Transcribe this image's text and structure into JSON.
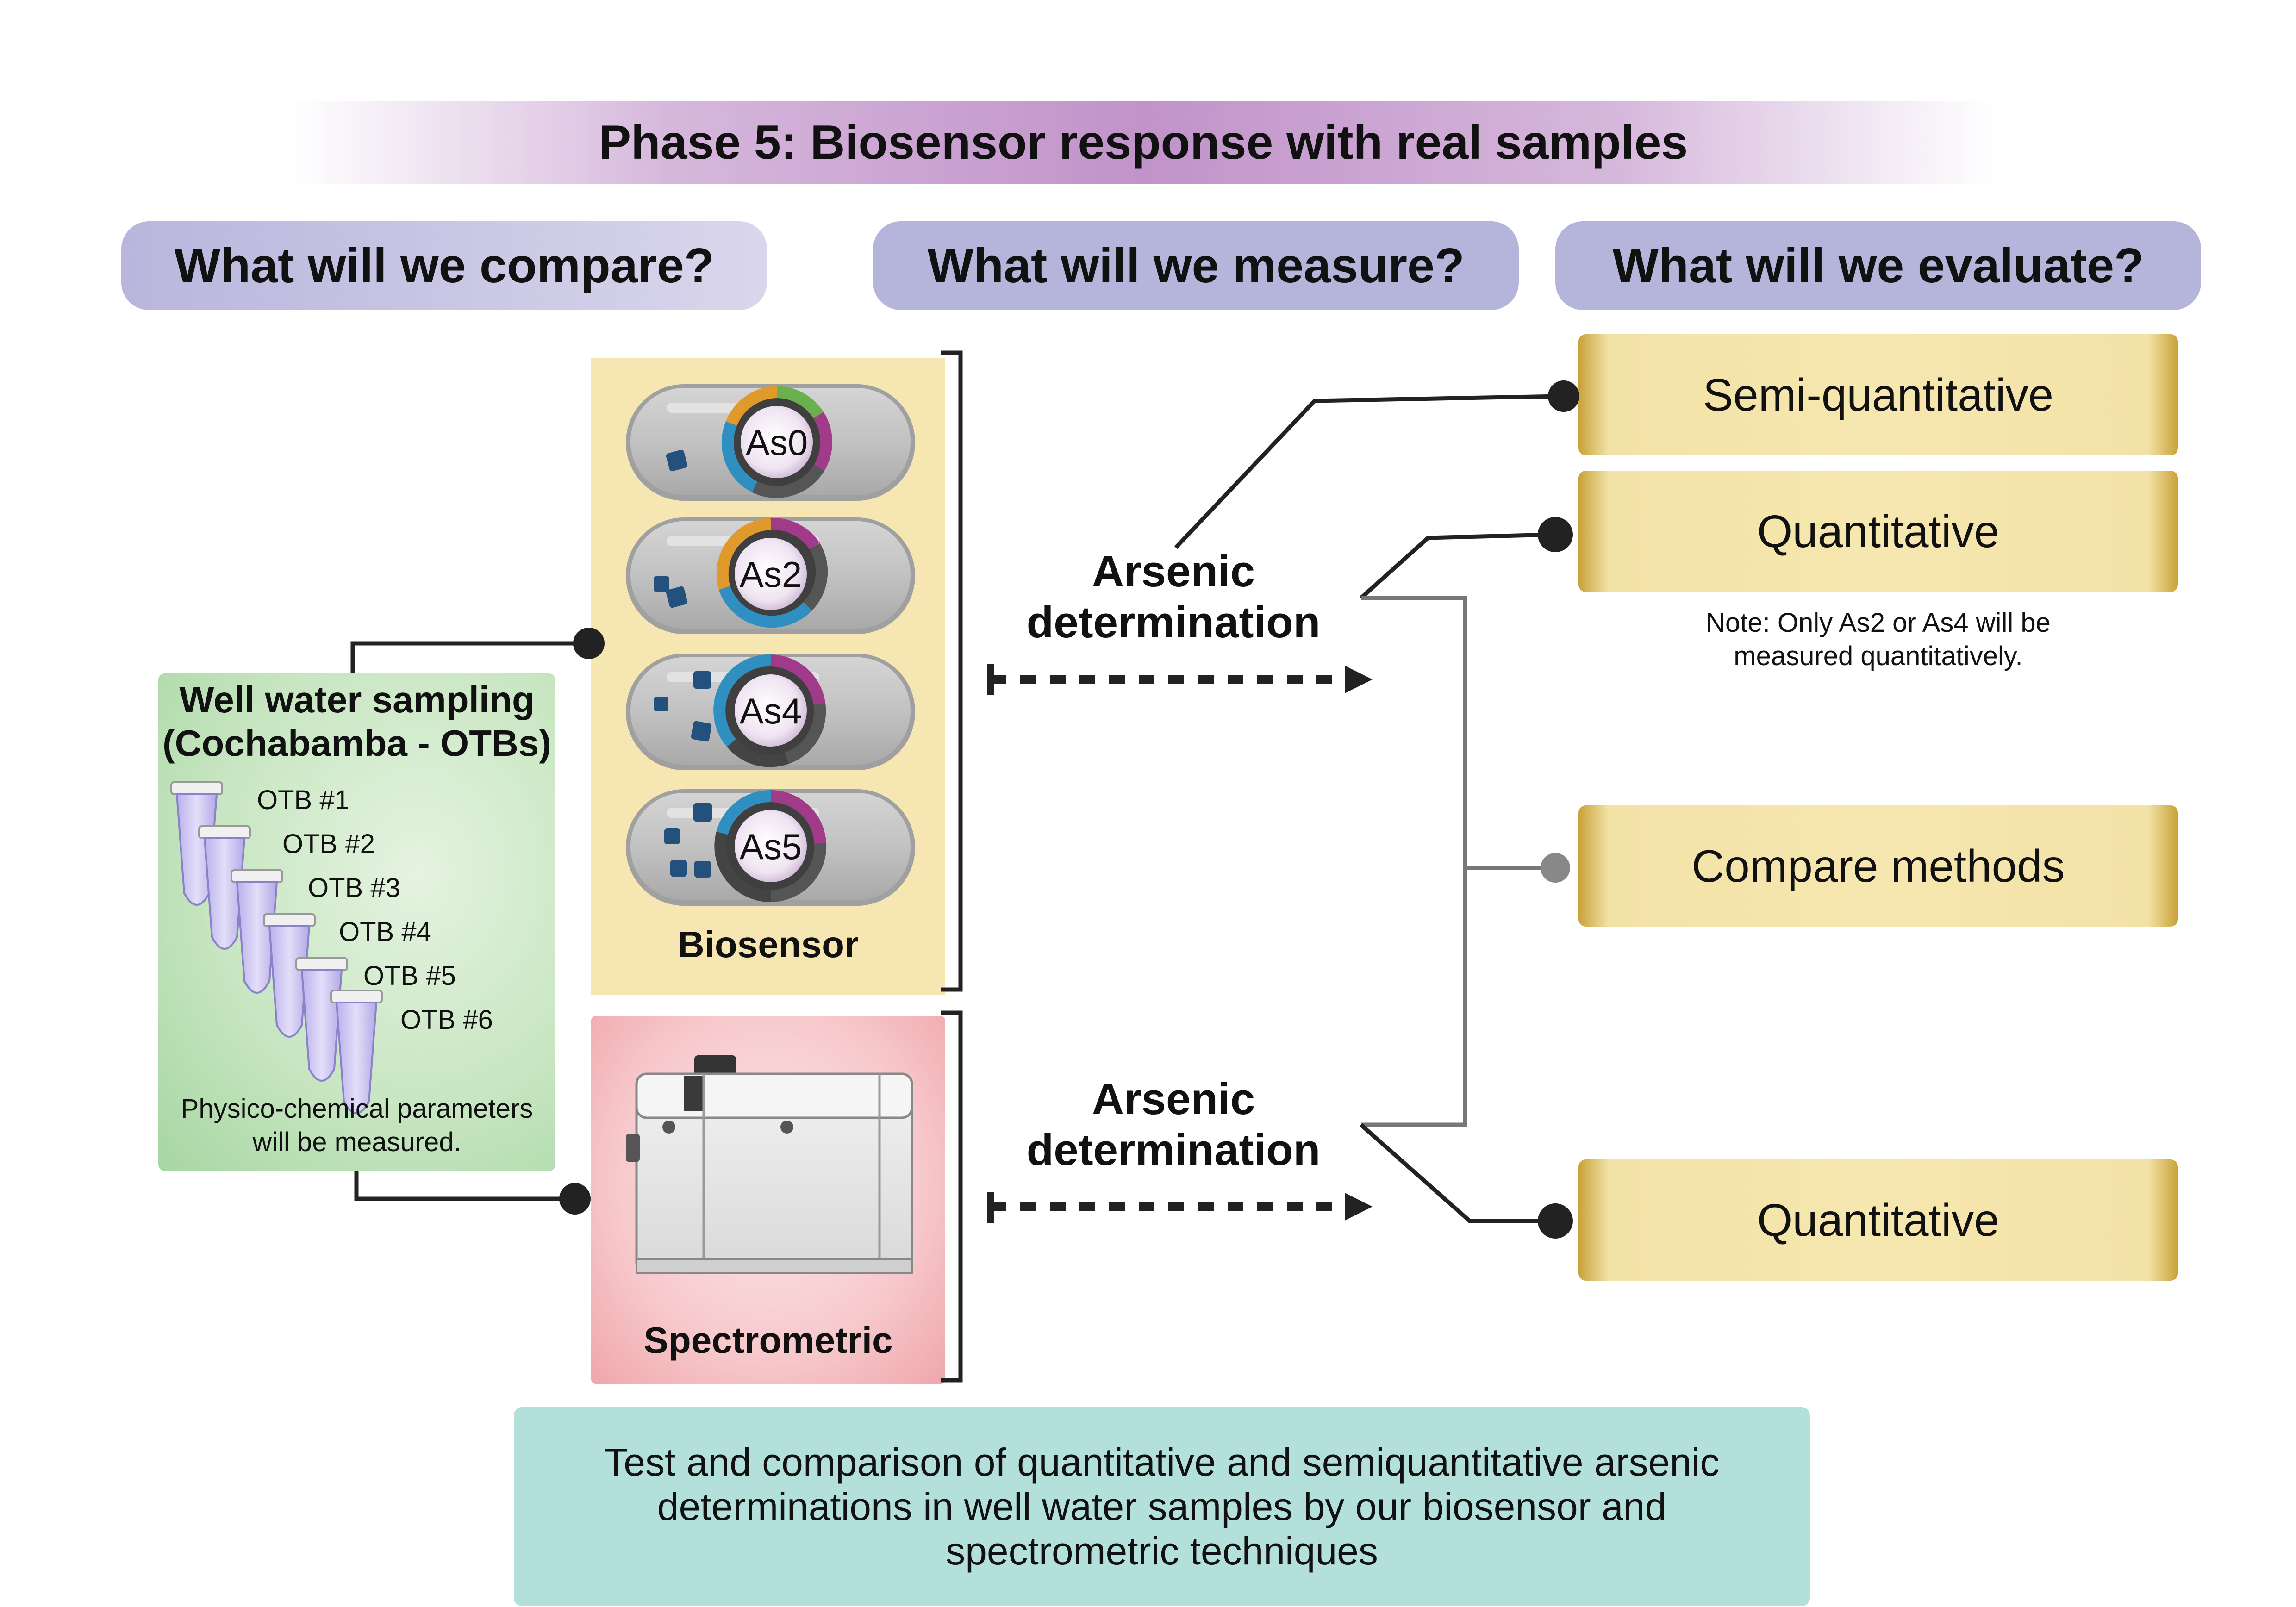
{
  "title": "Phase 5: Biosensor response with real samples",
  "questions": {
    "compare": "What will we compare?",
    "measure": "What will we measure?",
    "evaluate": "What will we evaluate?"
  },
  "well_sampling": {
    "title_line1": "Well water sampling",
    "title_line2": "(Cochabamba - OTBs)",
    "samples": [
      "OTB #1",
      "OTB #2",
      "OTB #3",
      "OTB #4",
      "OTB #5",
      "OTB #6"
    ],
    "note_line1": "Physico-chemical parameters",
    "note_line2": "will be measured."
  },
  "biosensor": {
    "label": "Biosensor",
    "strains": [
      "As0",
      "As2",
      "As4",
      "As5"
    ]
  },
  "spectrometric": {
    "label": "Spectrometric"
  },
  "measure": {
    "top": {
      "line1": "Arsenic",
      "line2": "determination"
    },
    "bottom": {
      "line1": "Arsenic",
      "line2": "determination"
    }
  },
  "evaluate": {
    "semi_quantitative": "Semi-quantitative",
    "quantitative_1": "Quantitative",
    "note_line1": "Note: Only As2 or As4 will be",
    "note_line2": "measured quantitatively.",
    "compare_methods": "Compare methods",
    "quantitative_2": "Quantitative"
  },
  "summary": {
    "line1": "Test and comparison of quantitative and semiquantitative arsenic",
    "line2": "determinations in well water samples by our biosensor and",
    "line3": "spectrometric techniques"
  },
  "colors": {
    "title_banner": "#c193c9",
    "question_pill": "#b5b4da",
    "well_panel": "#c8e6c2",
    "biosensor_panel": "#f6e7b2",
    "spectrometric_panel": "#f7c9cc",
    "evaluate_box": "#f6e7b0",
    "summary_box": "#b3e0da"
  }
}
